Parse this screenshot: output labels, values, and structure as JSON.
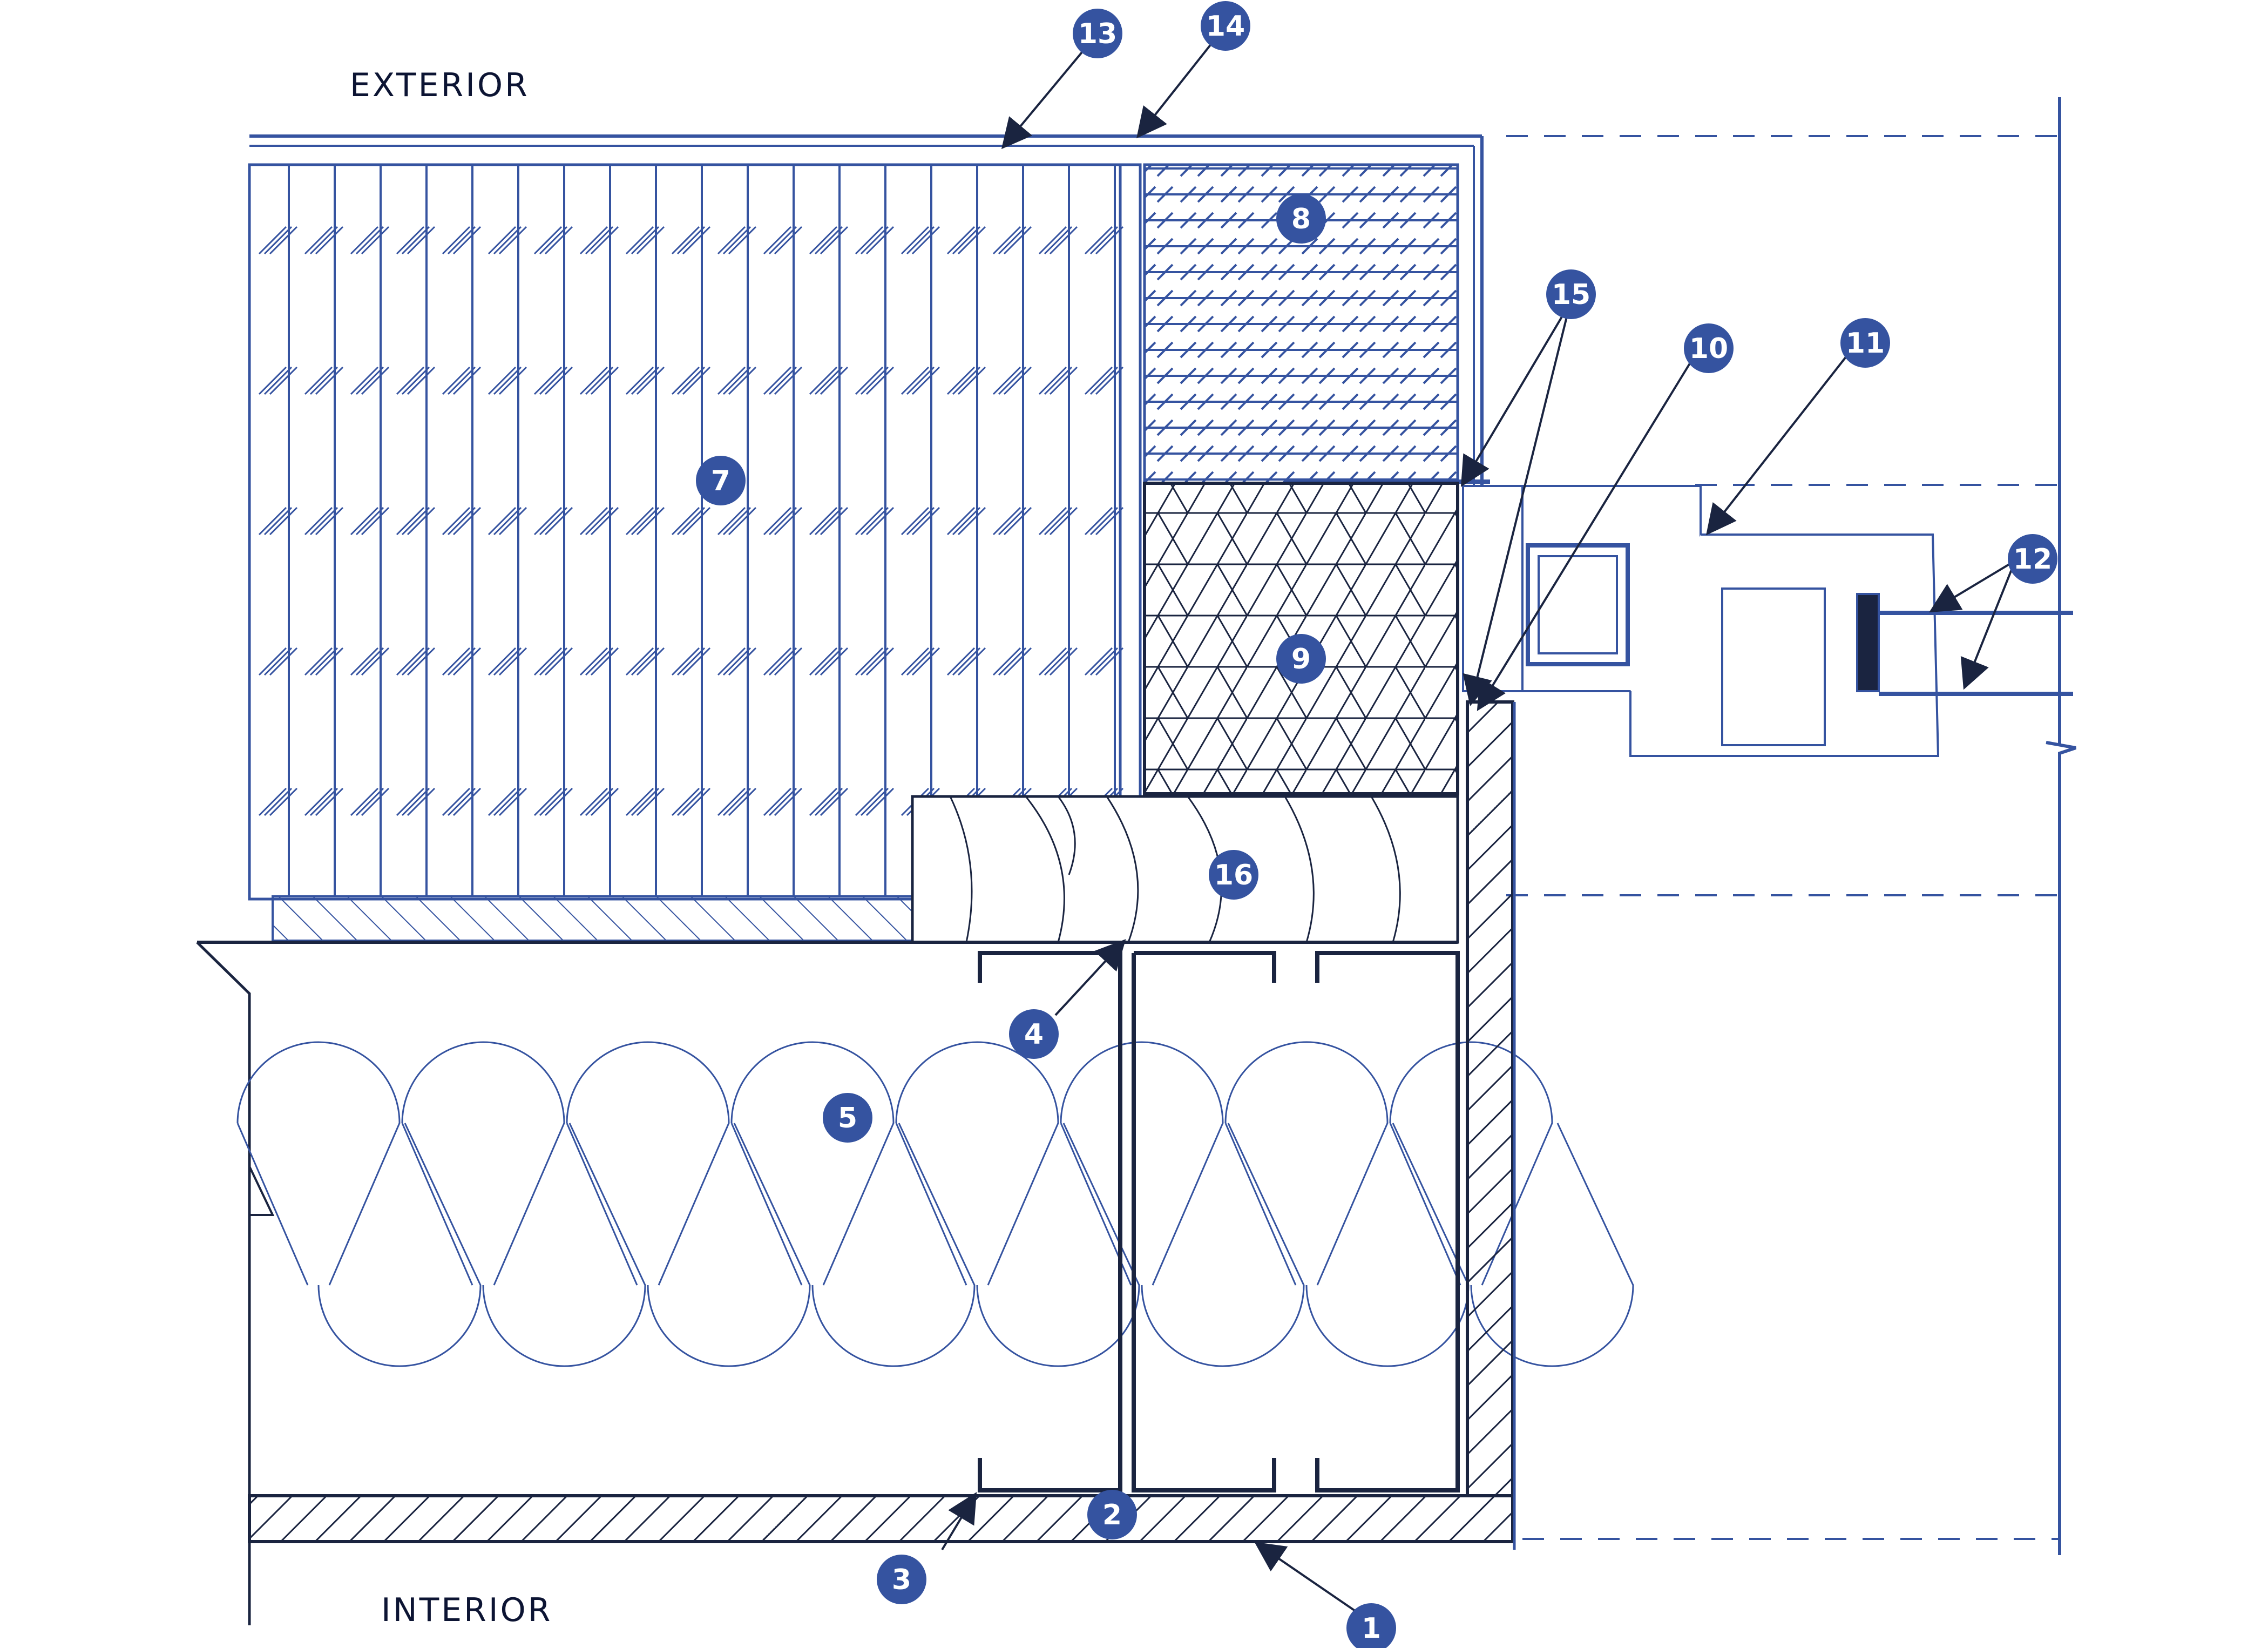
{
  "labels": {
    "exterior": "EXTERIOR",
    "interior": "INTERIOR"
  },
  "callouts": [
    {
      "id": "1",
      "text": "1"
    },
    {
      "id": "2",
      "text": "2"
    },
    {
      "id": "3",
      "text": "3"
    },
    {
      "id": "4",
      "text": "4"
    },
    {
      "id": "5",
      "text": "5"
    },
    {
      "id": "7",
      "text": "7"
    },
    {
      "id": "8",
      "text": "8"
    },
    {
      "id": "9",
      "text": "9"
    },
    {
      "id": "10",
      "text": "10"
    },
    {
      "id": "11",
      "text": "11"
    },
    {
      "id": "12",
      "text": "12"
    },
    {
      "id": "13",
      "text": "13"
    },
    {
      "id": "14",
      "text": "14"
    },
    {
      "id": "15",
      "text": "15"
    },
    {
      "id": "16",
      "text": "16"
    }
  ],
  "colors": {
    "line": "#3553a0",
    "dark_line": "#1a2440",
    "badge": "#3553a0",
    "text": "#0c1433"
  }
}
